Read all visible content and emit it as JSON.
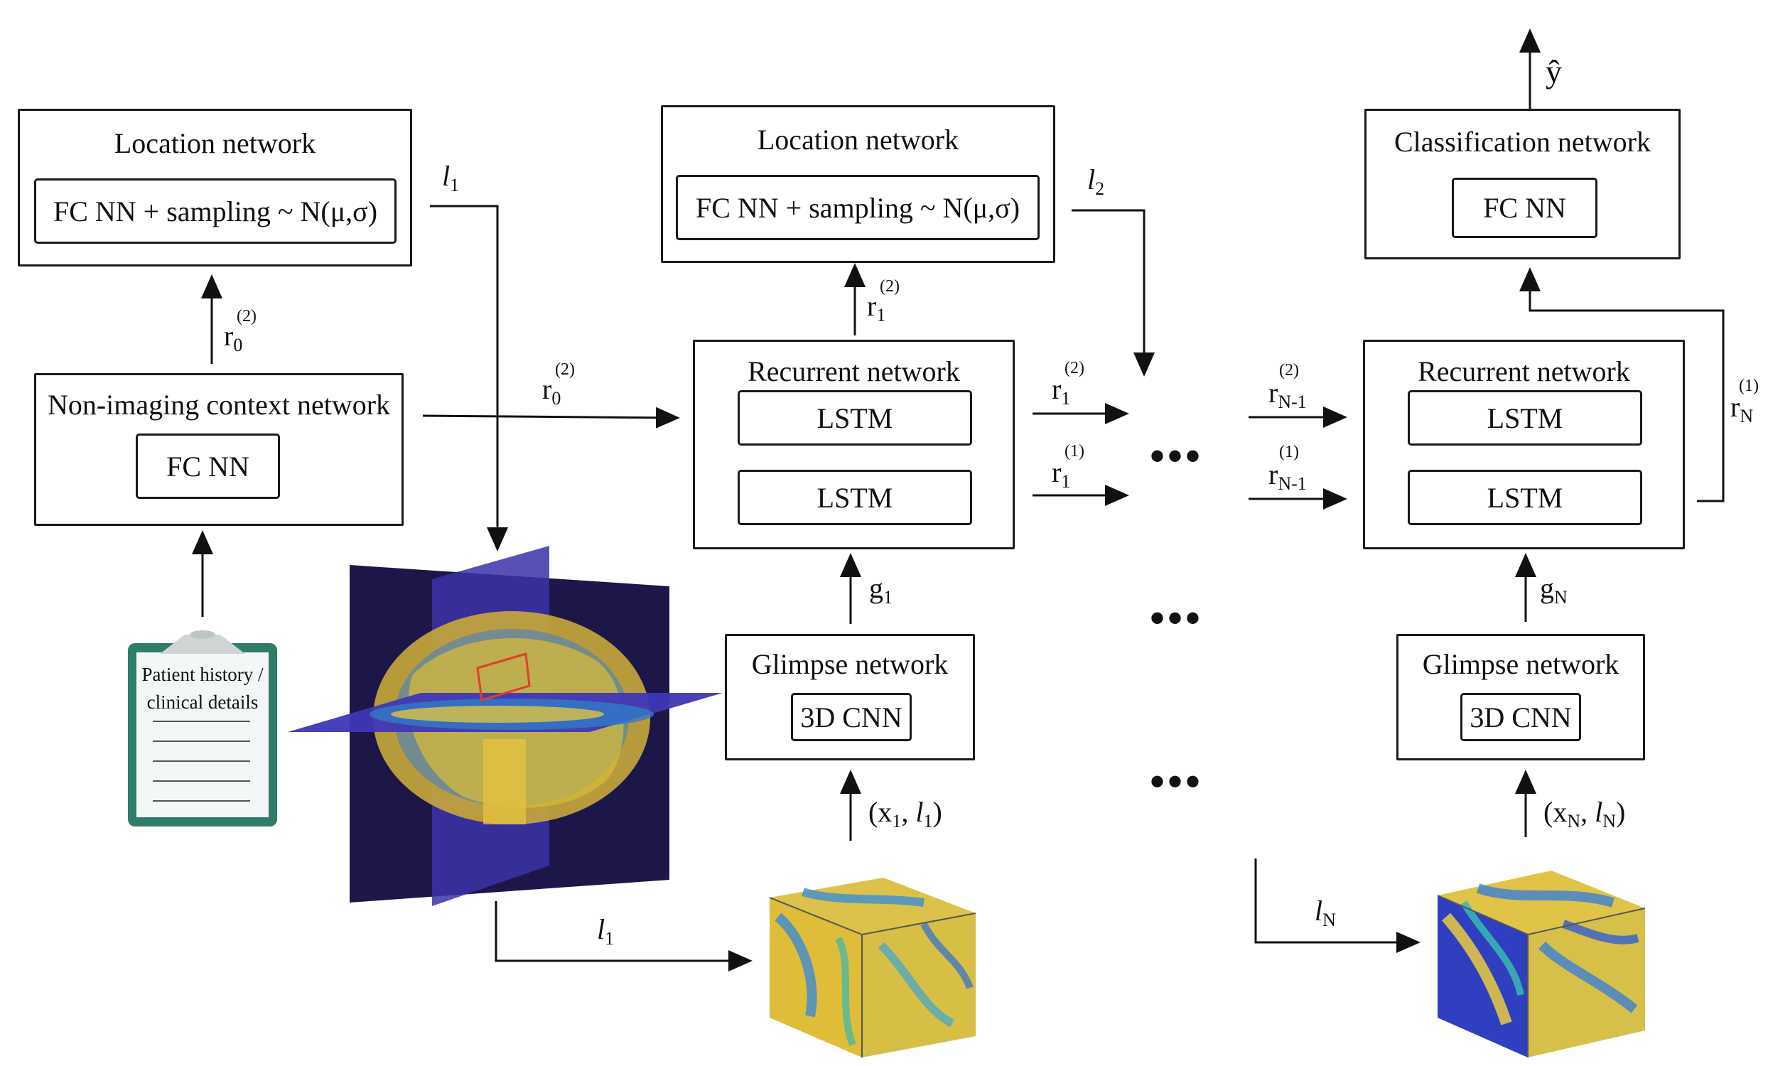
{
  "loc1": {
    "title": "Location network",
    "inner": "FC NN + sampling ~ N(μ,σ)"
  },
  "loc2": {
    "title": "Location network",
    "inner": "FC NN + sampling ~ N(μ,σ)"
  },
  "cls": {
    "title": "Classification network",
    "inner": "FC NN"
  },
  "nic": {
    "title": "Non-imaging context network",
    "inner": "FC NN"
  },
  "rec1": {
    "title": "Recurrent network",
    "lstm_top": "LSTM",
    "lstm_bottom": "LSTM"
  },
  "rec2": {
    "title": "Recurrent network",
    "lstm_top": "LSTM",
    "lstm_bottom": "LSTM"
  },
  "glimpse1": {
    "title": "Glimpse network",
    "inner": "3D CNN"
  },
  "glimpse2": {
    "title": "Glimpse network",
    "inner": "3D CNN"
  },
  "clipboard": {
    "line1": "Patient history /",
    "line2": "clinical details"
  },
  "output": {
    "yhat": "ŷ"
  },
  "dots": {
    "d1": "•••",
    "d2": "•••",
    "d3": "•••"
  },
  "labels": {
    "l": "l",
    "r": "r",
    "g": "g",
    "x": "x",
    "s1": "1",
    "s2": "2",
    "s0": "0",
    "sN": "N",
    "sNm1": "N-1",
    "sup2": "(2)",
    "sup1": "(1)",
    "open": "(",
    "comma": ", ",
    "close": ")"
  },
  "colors": {
    "line": "#111111",
    "clipboard": "#2e7d6b",
    "brain_bg": "#1a1444",
    "plane": "#3a32a8",
    "yellow": "#e8c53a",
    "blue": "#2a6fd1"
  }
}
